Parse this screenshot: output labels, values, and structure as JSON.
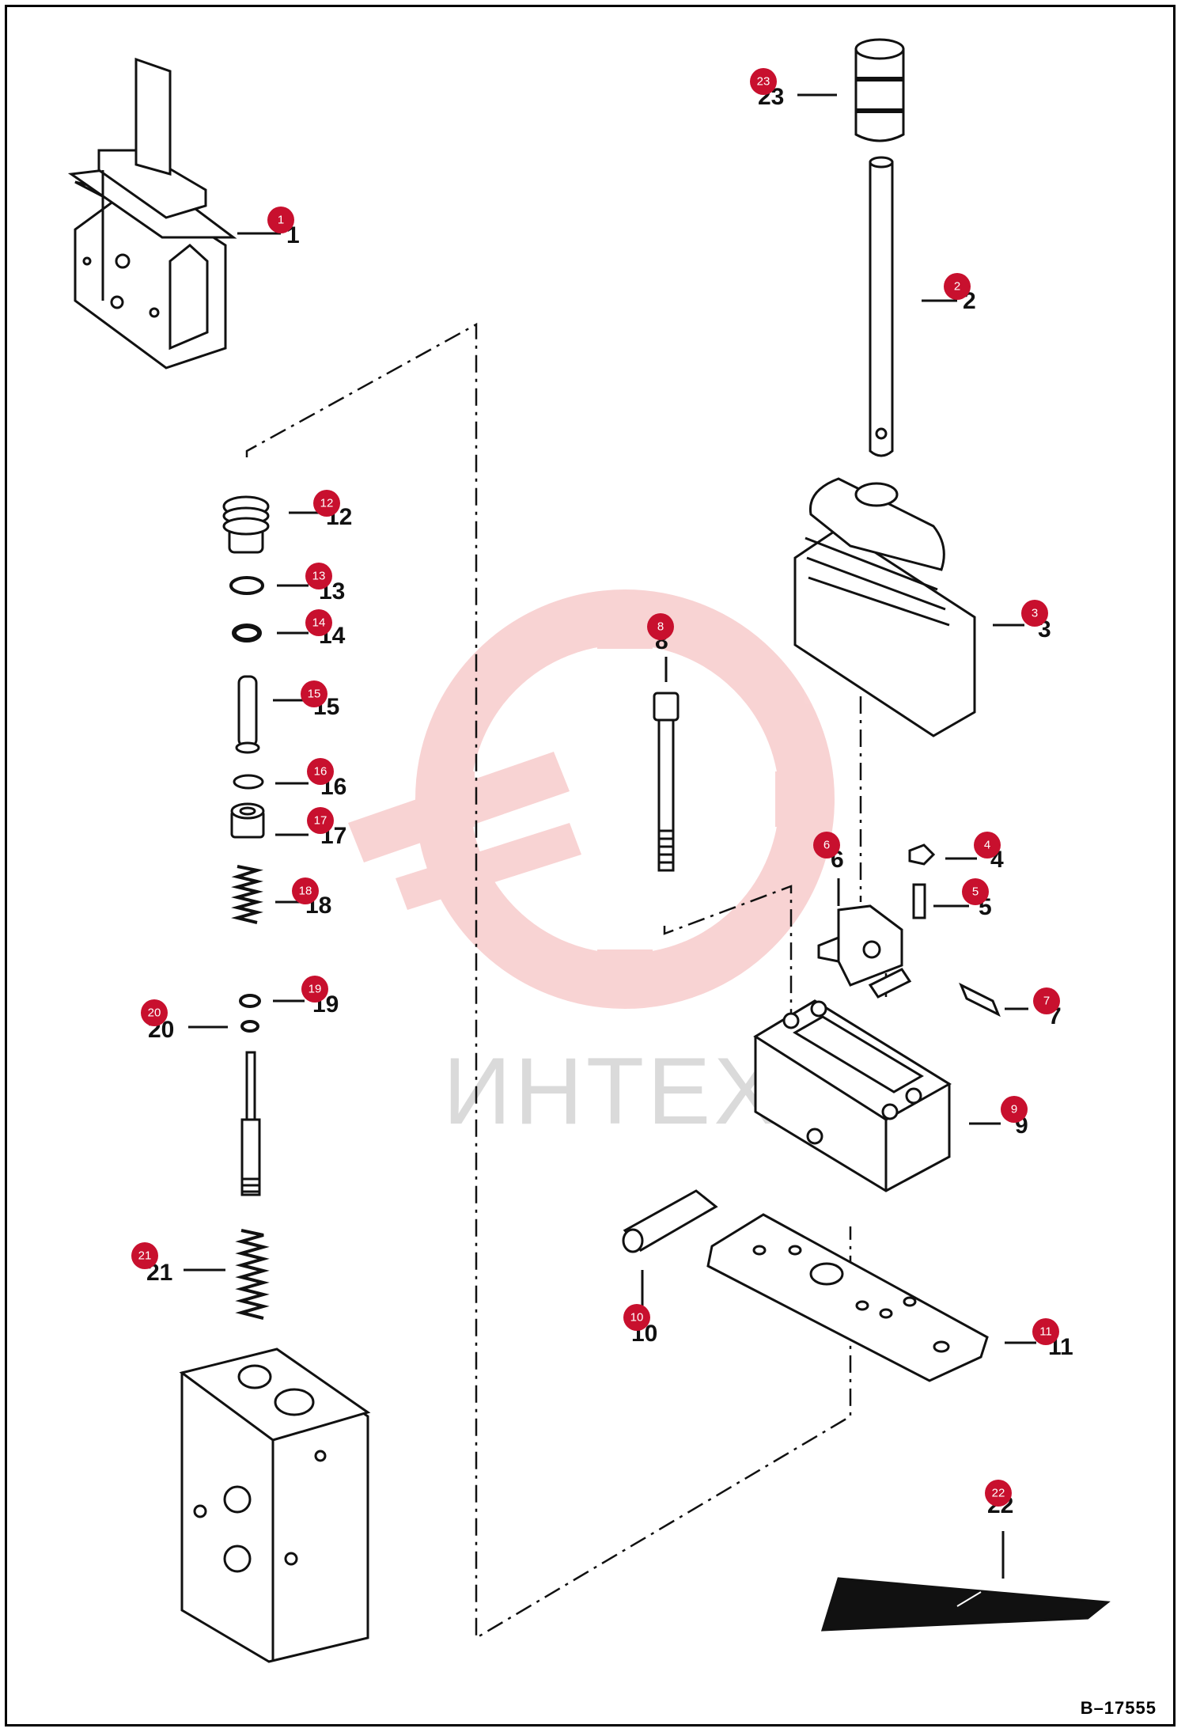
{
  "diagram": {
    "reference": "B–17555",
    "watermark": "ИНТЕХ",
    "badge_color": "#c8102e",
    "parts": [
      {
        "id": 1,
        "label": "1"
      },
      {
        "id": 2,
        "label": "2"
      },
      {
        "id": 3,
        "label": "3"
      },
      {
        "id": 4,
        "label": "4"
      },
      {
        "id": 5,
        "label": "5"
      },
      {
        "id": 6,
        "label": "6"
      },
      {
        "id": 7,
        "label": "7"
      },
      {
        "id": 8,
        "label": "8"
      },
      {
        "id": 9,
        "label": "9"
      },
      {
        "id": 10,
        "label": "10"
      },
      {
        "id": 11,
        "label": "11"
      },
      {
        "id": 12,
        "label": "12"
      },
      {
        "id": 13,
        "label": "13"
      },
      {
        "id": 14,
        "label": "14"
      },
      {
        "id": 15,
        "label": "15"
      },
      {
        "id": 16,
        "label": "16"
      },
      {
        "id": 17,
        "label": "17"
      },
      {
        "id": 18,
        "label": "18"
      },
      {
        "id": 19,
        "label": "19"
      },
      {
        "id": 20,
        "label": "20"
      },
      {
        "id": 21,
        "label": "21"
      },
      {
        "id": 22,
        "label": "22"
      },
      {
        "id": 23,
        "label": "23"
      }
    ]
  }
}
